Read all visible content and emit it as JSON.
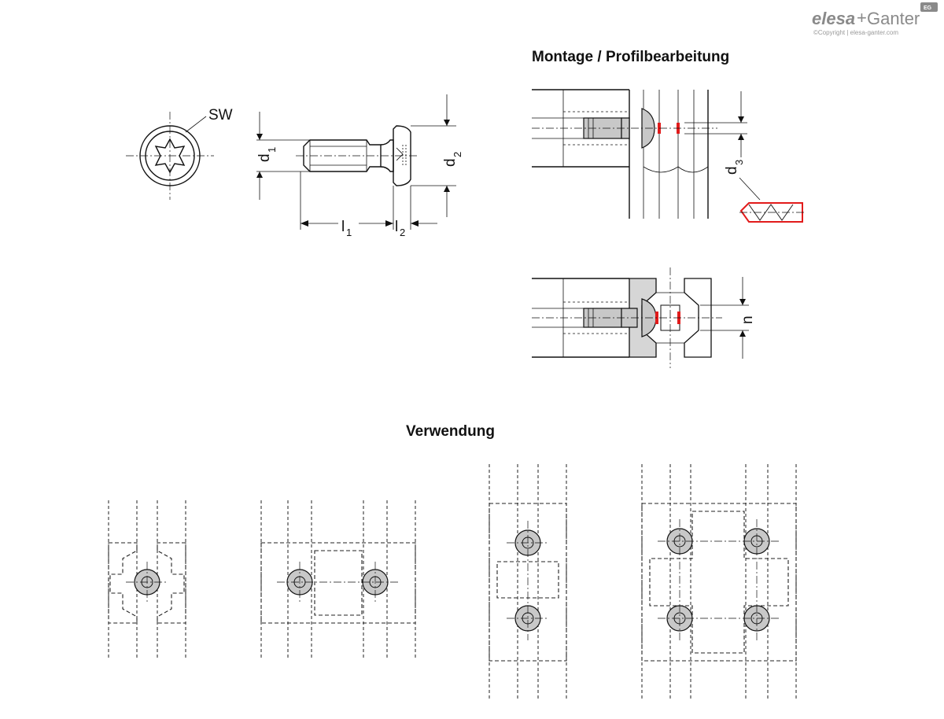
{
  "brand": {
    "name_part1": "elesa",
    "name_plus": "+",
    "name_part2": "Ganter",
    "badge": "EG",
    "copyright": "©Copyright | elesa-ganter.com"
  },
  "headings": {
    "montage": "Montage / Profilbearbeitung",
    "verwendung": "Verwendung"
  },
  "dimensions": {
    "sw": "SW",
    "d1": "d",
    "d1_sub": "1",
    "d2": "d",
    "d2_sub": "2",
    "l1": "l",
    "l1_sub": "1",
    "l2": "l",
    "l2_sub": "2",
    "d3": "d",
    "d3_sub": "3",
    "n": "n"
  },
  "colors": {
    "marking": "#e21b1b",
    "part_fill": "#c8c8c8",
    "brand_gray": "#8a8a8a"
  }
}
